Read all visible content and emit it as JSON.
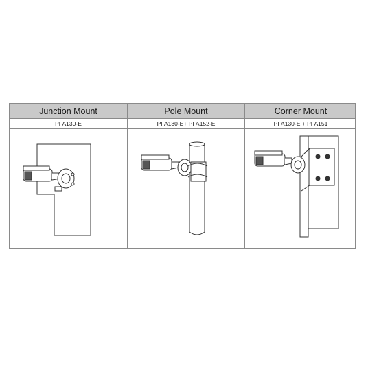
{
  "table": {
    "columns": [
      {
        "title": "Junction Mount",
        "part": "PFA130-E"
      },
      {
        "title": "Pole Mount",
        "part": "PFA130-E+ PFA152-E"
      },
      {
        "title": "Corner Mount",
        "part": "PFA130-E + PFA151"
      }
    ]
  },
  "colors": {
    "header_bg": "#c9c9c9",
    "border": "#8a8a8a",
    "line_art": "#333333"
  }
}
